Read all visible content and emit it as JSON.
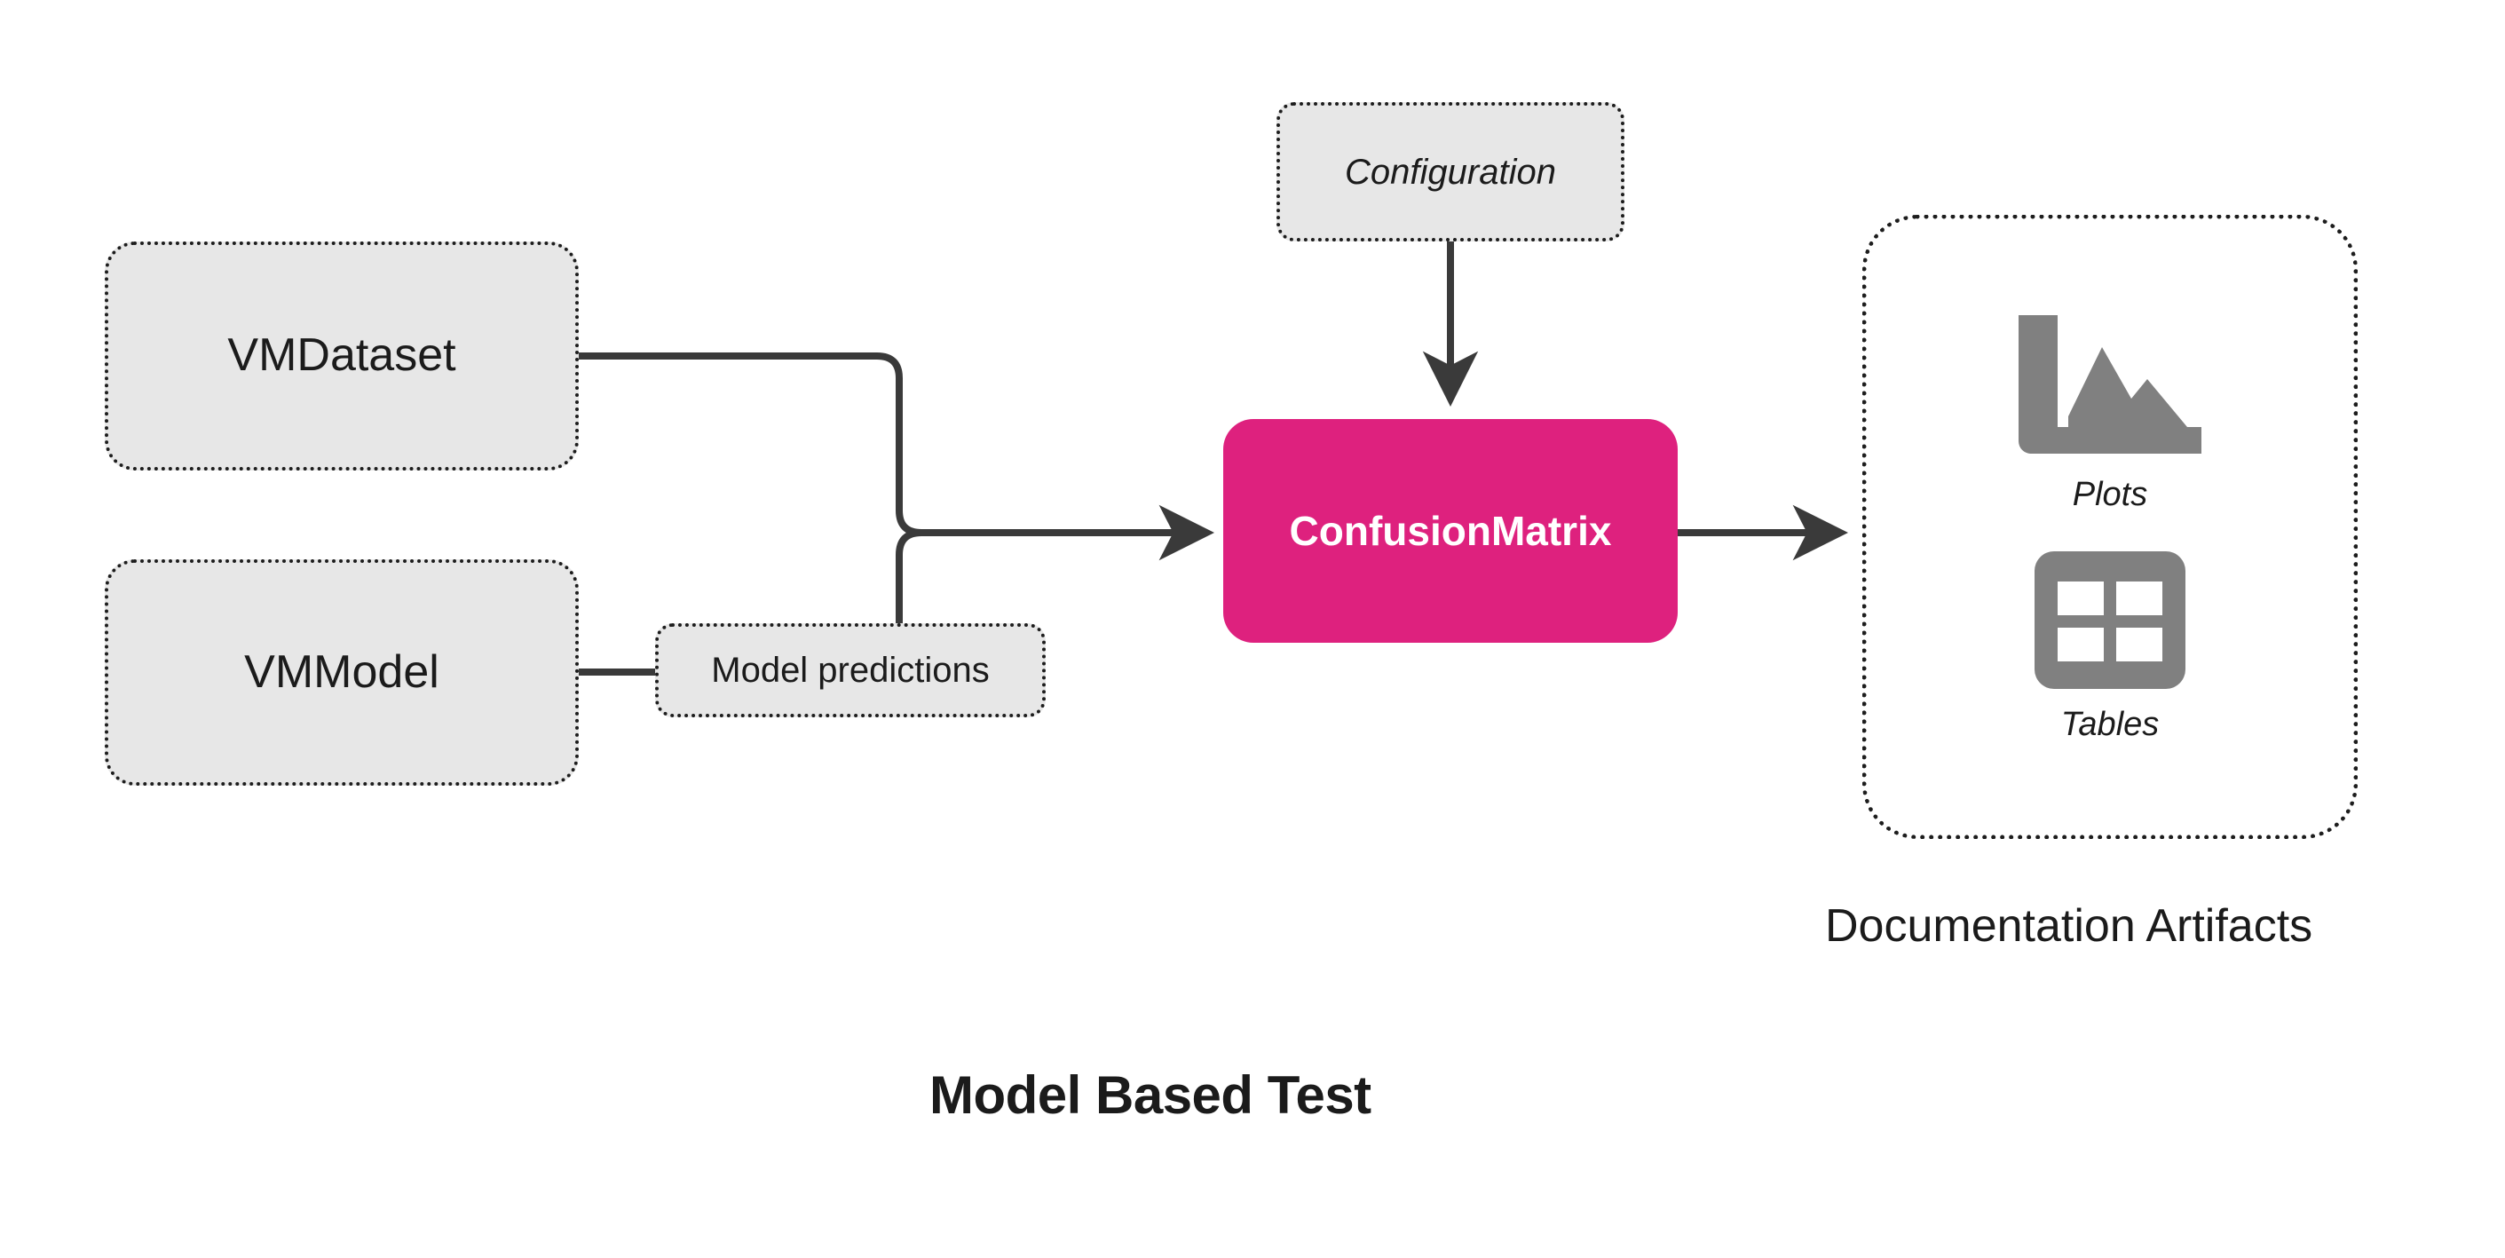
{
  "diagram": {
    "title": "Model Based Test",
    "inputs": [
      {
        "id": "vmdataset",
        "label": "VMDataset"
      },
      {
        "id": "vmmodel",
        "label": "VMModel"
      }
    ],
    "intermediate": {
      "id": "model-predictions",
      "label": "Model predictions"
    },
    "configuration": {
      "id": "configuration",
      "label": "Configuration"
    },
    "test": {
      "id": "confusionmatrix",
      "label": "ConfusionMatrix",
      "color": "#de217e",
      "text_color": "#ffffff"
    },
    "artifacts": {
      "title": "Documentation Artifacts",
      "items": [
        {
          "id": "plots",
          "label": "Plots",
          "icon": "area-chart-icon"
        },
        {
          "id": "tables",
          "label": "Tables",
          "icon": "table-grid-icon"
        }
      ]
    },
    "edges": [
      {
        "from": "vmdataset",
        "to": "confusionmatrix",
        "label": ""
      },
      {
        "from": "vmmodel",
        "to": "model-predictions",
        "label": ""
      },
      {
        "from": "model-predictions",
        "to": "confusionmatrix",
        "label": ""
      },
      {
        "from": "configuration",
        "to": "confusionmatrix",
        "label": ""
      },
      {
        "from": "confusionmatrix",
        "to": "artifacts",
        "label": ""
      }
    ],
    "colors": {
      "node_fill": "#e7e7e7",
      "node_border": "#1d1d1d",
      "edge": "#3a3a3a",
      "icon": "#808080",
      "text": "#1b1b1b",
      "background": "#ffffff"
    }
  }
}
